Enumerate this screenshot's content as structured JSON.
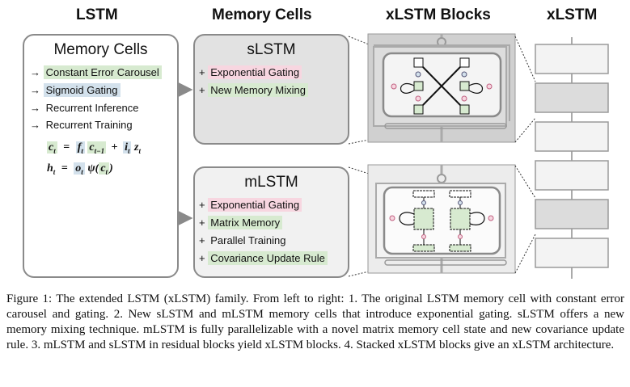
{
  "columns": {
    "lstm": "LSTM",
    "memory_cells": "Memory Cells",
    "xlstm_blocks": "xLSTM Blocks",
    "xlstm": "xLSTM"
  },
  "lstm_panel": {
    "title": "Memory Cells",
    "items": [
      {
        "arrow": "→",
        "text": "Constant Error Carousel",
        "highlight": "green"
      },
      {
        "arrow": "→",
        "text": "Sigmoid Gating",
        "highlight": "blue"
      },
      {
        "arrow": "→",
        "text": "Recurrent Inference",
        "highlight": "none"
      },
      {
        "arrow": "→",
        "text": "Recurrent Training",
        "highlight": "none"
      }
    ],
    "equation1": {
      "lhs": "c",
      "lhs_sub": "t",
      "eq": "=",
      "f": "f",
      "f_sub": "t",
      "c2": "c",
      "c2_sub": "t−1",
      "plus": "+",
      "i": "i",
      "i_sub": "t",
      "z": "z",
      "z_sub": "t"
    },
    "equation2": {
      "lhs": "h",
      "lhs_sub": "t",
      "eq": "=",
      "o": "o",
      "o_sub": "t",
      "psi": "ψ(",
      "c": "c",
      "c_sub": "t",
      "close": ")"
    }
  },
  "slstm_panel": {
    "title": "sLSTM",
    "items": [
      {
        "prefix": "+",
        "text": "Exponential Gating",
        "highlight": "pink"
      },
      {
        "prefix": "+",
        "text": "New Memory Mixing",
        "highlight": "green"
      }
    ]
  },
  "mlstm_panel": {
    "title": "mLSTM",
    "items": [
      {
        "prefix": "+",
        "text": "Exponential Gating",
        "highlight": "pink"
      },
      {
        "prefix": "+",
        "text": "Matrix Memory",
        "highlight": "green"
      },
      {
        "prefix": "+",
        "text": "Parallel Training",
        "highlight": "none"
      },
      {
        "prefix": "+",
        "text": "Covariance Update Rule",
        "highlight": "green"
      }
    ]
  },
  "xlstm_stack": {
    "blocks": [
      "light",
      "dark",
      "light",
      "light",
      "dark",
      "light"
    ]
  },
  "colors": {
    "pink": "#f7d6e0",
    "green": "#d7ead0",
    "blue": "#d3e1ec",
    "slstm_bg": "#e2e2e2",
    "mlstm_bg": "#f1f1f1",
    "border": "#8a8a8a"
  },
  "caption": "Figure 1: The extended LSTM (xLSTM) family. From left to right: 1. The original LSTM memory cell with constant error carousel and gating. 2. New sLSTM and mLSTM memory cells that introduce exponential gating. sLSTM offers a new memory mixing technique. mLSTM is fully parallelizable with a novel matrix memory cell state and new covariance update rule. 3. mLSTM and sLSTM in residual blocks yield xLSTM blocks. 4. Stacked xLSTM blocks give an xLSTM architecture."
}
